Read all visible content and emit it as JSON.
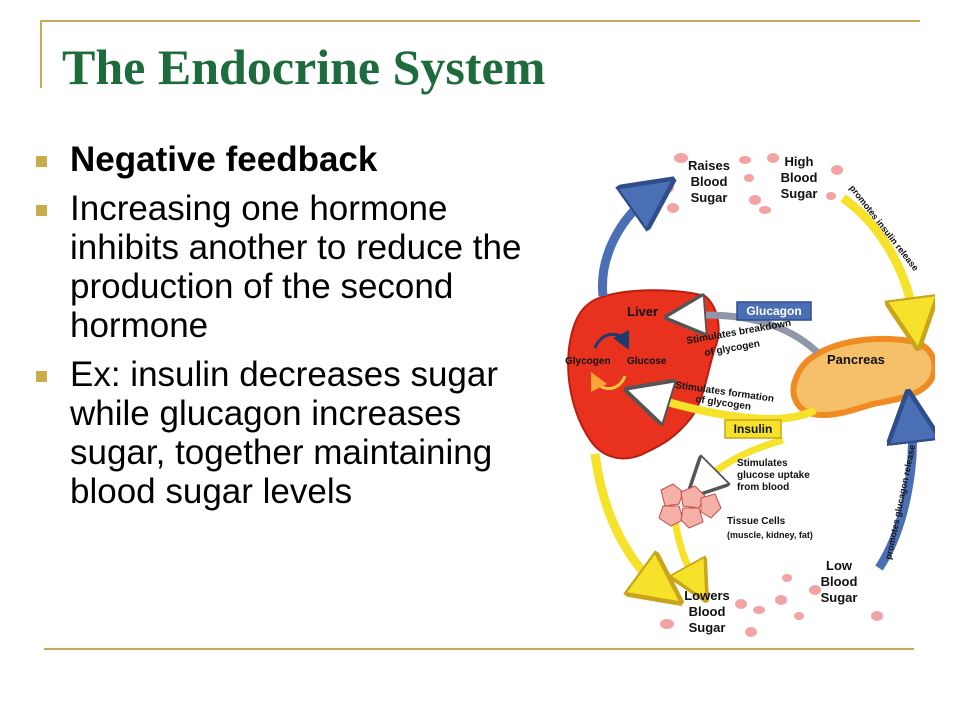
{
  "slide": {
    "title": "The Endocrine System",
    "bullets": [
      "Negative feedback",
      "Increasing one hormone inhibits another to reduce the production of the second hormone",
      "Ex: insulin decreases sugar while glucagon increases sugar, together maintaining blood sugar levels"
    ]
  },
  "diagram": {
    "raises_blood_sugar": [
      "Raises",
      "Blood",
      "Sugar"
    ],
    "high_blood_sugar": [
      "High",
      "Blood",
      "Sugar"
    ],
    "promotes_insulin": "promotes insulin release",
    "liver": "Liver",
    "glucagon": "Glucagon",
    "stim_breakdown": [
      "Stimulates breakdown",
      "of glycogen"
    ],
    "glycogen": "Glycogen",
    "glucose": "Glucose",
    "pancreas": "Pancreas",
    "stim_formation": [
      "Stimulates formation",
      "of glycogen"
    ],
    "insulin": "Insulin",
    "stim_uptake": [
      "Stimulates",
      "glucose uptake",
      "from blood"
    ],
    "tissue_cells": [
      "Tissue Cells",
      "(muscle, kidney, fat)"
    ],
    "promotes_glucagon": "promotes glucagon release",
    "low_blood_sugar": [
      "Low",
      "Blood",
      "Sugar"
    ],
    "lowers_blood_sugar": [
      "Lowers",
      "Blood",
      "Sugar"
    ],
    "colors": {
      "liver": "#e8321e",
      "pancreas": "#f08a22",
      "insulin_arrow": "#f7e22b",
      "glucagon_arrow": "#4a6fb5",
      "blood_cell": "#f3a3a3"
    }
  }
}
